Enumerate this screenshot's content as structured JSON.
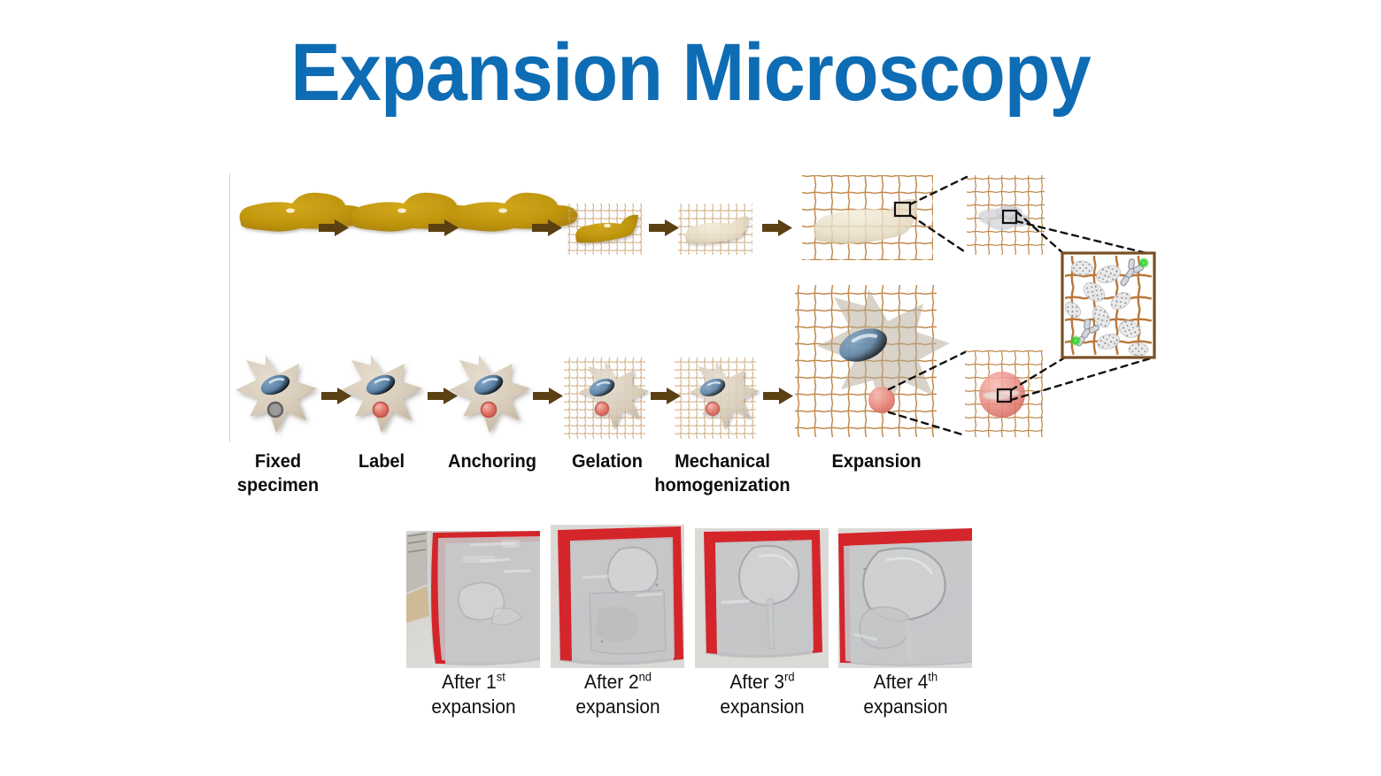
{
  "title": "Expansion Microscopy",
  "colors": {
    "title_blue": "#0e6cb4",
    "arrow_brown": "#5a4012",
    "tissue_gold": "#c0960f",
    "tissue_cleared": "#e8ddc4",
    "cell_body": "#d9cdbb",
    "nucleus_blue": "#5b82a6",
    "organelle_red": "#e2756a",
    "organelle_gray": "#6e6e6e",
    "mesh_brown": "#c08a4e",
    "fluorophore_green": "#3ec93e",
    "dish_rim_red": "#d4252b",
    "divider_gray": "#d8d8d8",
    "label_black": "#0d0d0d"
  },
  "diagram": {
    "rows": [
      {
        "name": "tissue-row",
        "steps": [
          {
            "key": "fixed",
            "icon": "tissue-blob-gold"
          },
          {
            "key": "label",
            "icon": "tissue-blob-gold"
          },
          {
            "key": "anchoring",
            "icon": "tissue-blob-gold"
          },
          {
            "key": "gelation",
            "icon": "tissue-blob-gold-in-mesh"
          },
          {
            "key": "homogenization",
            "icon": "tissue-blob-cleared-in-mesh"
          },
          {
            "key": "expansion",
            "icon": "tissue-blob-cleared-in-expanded-mesh"
          }
        ]
      },
      {
        "name": "cell-row",
        "steps": [
          {
            "key": "fixed",
            "icon": "star-cell-gray-organelle"
          },
          {
            "key": "label",
            "icon": "star-cell-red-organelle"
          },
          {
            "key": "anchoring",
            "icon": "star-cell-red-organelle"
          },
          {
            "key": "gelation",
            "icon": "star-cell-in-mesh"
          },
          {
            "key": "homogenization",
            "icon": "star-cell-in-mesh"
          },
          {
            "key": "expansion",
            "icon": "star-cell-in-expanded-mesh"
          }
        ]
      }
    ],
    "step_labels": [
      "Fixed\nspecimen",
      "Label",
      "Anchoring",
      "Gelation",
      "Mechanical\nhomogenization",
      "Expansion"
    ],
    "insets": {
      "tissue_zoom": "protein-cluster-in-mesh",
      "cell_zoom": "red-organelle-in-mesh",
      "final_zoom": "mesh-with-anchored-proteins-antibodies-fluorophores",
      "roi_marker": "black-square-roi"
    }
  },
  "photos": [
    {
      "name": "after-1st-expansion",
      "caption_prefix": "After 1",
      "caption_ordinal": "st",
      "caption_line2": "expansion"
    },
    {
      "name": "after-2nd-expansion",
      "caption_prefix": "After 2",
      "caption_ordinal": "nd",
      "caption_line2": "expansion"
    },
    {
      "name": "after-3rd-expansion",
      "caption_prefix": "After 3",
      "caption_ordinal": "rd",
      "caption_line2": "expansion"
    },
    {
      "name": "after-4th-expansion",
      "caption_prefix": "After 4",
      "caption_ordinal": "th",
      "caption_line2": "expansion"
    }
  ]
}
